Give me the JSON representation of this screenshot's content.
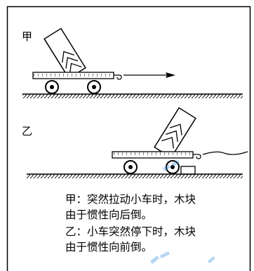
{
  "labels": {
    "scene_a": "甲",
    "scene_b": "乙"
  },
  "caption": {
    "a_head": "甲：",
    "a_line1": "突然拉动小车时，木块",
    "a_line2": "由于惯性向后倒。",
    "b_head": "乙：",
    "b_line1": "小车突然停下时，木块",
    "b_line2": "由于惯性向前倒。"
  },
  "colors": {
    "frame": "#000000",
    "watermark": "#2f8be0"
  }
}
